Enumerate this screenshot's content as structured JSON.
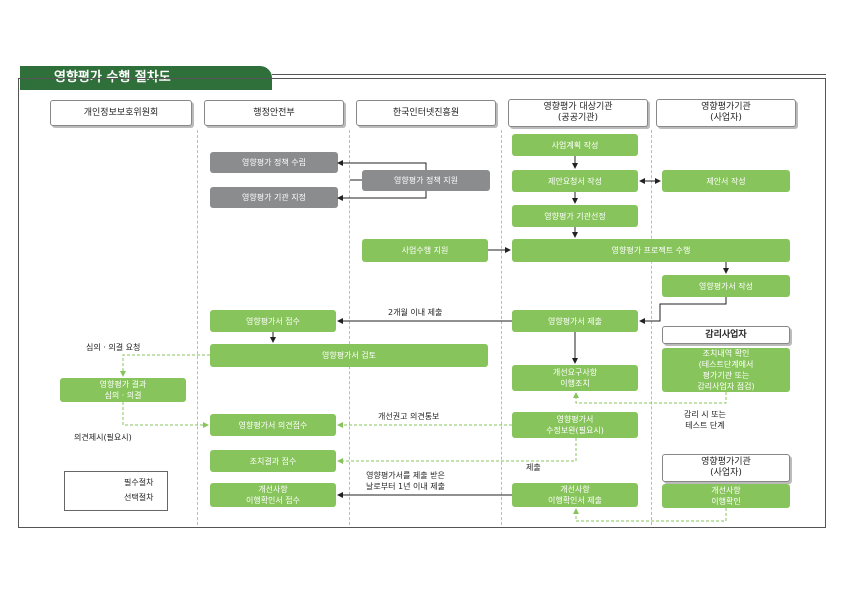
{
  "title": "영향평가 수행 절차도",
  "columns": [
    "개인정보보호위원회",
    "행정안전부",
    "한국인터넷진흥원",
    "영향평가 대상기관\n(공공기관)",
    "영향평가기관\n(사업자)"
  ],
  "boxes": {
    "policy_setting": "영향평가 정책 수립",
    "institution_designation": "영향평가 기관 지정",
    "policy_support": "영향평가 정책 지원",
    "project_plan": "사업계획 작성",
    "rfp": "제안요청서 작성",
    "proposal": "제안서 작성",
    "institution_selection": "영향평가 기관선정",
    "project_support": "사업수행 지원",
    "project_execution": "영향평가 프로젝트 수행",
    "report_writing": "영향평가서 작성",
    "report_receipt": "영향평가서 접수",
    "report_submit": "영향평가서 제출",
    "report_review": "영향평가서 검토",
    "improvement_action": "개선요구사항\n이행조치",
    "committee_result": "영향평가 결과\n심의 · 의결",
    "opinion_receipt": "영향평가서 의견접수",
    "report_revision": "영향평가서\n수정보완(필요시)",
    "action_receipt": "조치결과 접수",
    "confirm_receipt": "개선사항\n이행확인서 접수",
    "confirm_submit": "개선사항\n이행확인서 제출",
    "audit_check": "조치내역 확인\n(테스트단계에서\n평가기관 또는\n감리사업자 점검)",
    "confirm_issue": "개선사항\n이행확인"
  },
  "sub_heads": {
    "audit_company": "감리사업자",
    "assessor_company": "영향평가기관\n(사업자)"
  },
  "labels": {
    "two_months": "2개월 이내 제출",
    "deliberation_request": "심의 · 의결 요청",
    "opinion_submit": "의견제시(필요시)",
    "improvement_notice": "개선권고 의견통보",
    "submit": "제출",
    "one_year": "영향평가서를 제출 받은\n날로부터 1년 이내 제출",
    "audit_or_test": "감리 시 또는\n테스트 단계"
  },
  "legend": {
    "required": "필수절차",
    "optional": "선택절차"
  },
  "colors": {
    "title_bg": "#2f6f3a",
    "green_box": "#88c45c",
    "gray_box": "#8a8c8e",
    "optional_arrow": "#88c45c",
    "required_arrow": "#222222"
  }
}
